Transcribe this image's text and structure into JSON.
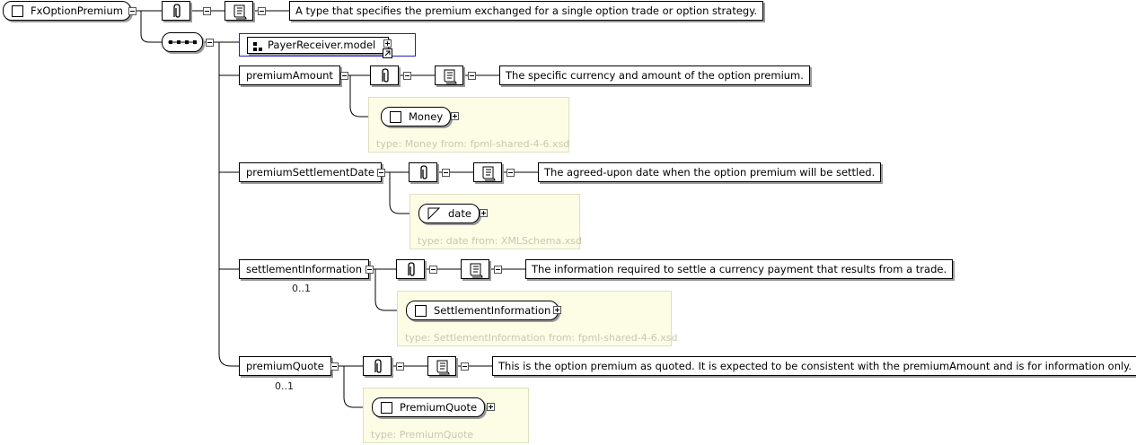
{
  "root": {
    "name": "FxOptionPremium",
    "documentation": "A type that specifies the premium exchanged for a single option trade or option strategy."
  },
  "group": {
    "name": "PayerReceiver.model"
  },
  "elements": [
    {
      "name": "premiumAmount",
      "documentation": "The specific currency and amount of the option premium.",
      "type_name": "Money",
      "type_label": "type: Money from: fpml-shared-4-6.xsd",
      "cardinality": ""
    },
    {
      "name": "premiumSettlementDate",
      "documentation": "The agreed-upon date when the option premium will be settled.",
      "type_name": "date",
      "type_label": "type: date from: XMLSchema.xsd",
      "cardinality": ""
    },
    {
      "name": "settlementInformation",
      "documentation": "The information required to settle a currency payment that results from a trade.",
      "type_name": "SettlementInformation",
      "type_label": "type: SettlementInformation from: fpml-shared-4-6.xsd",
      "cardinality": "0..1"
    },
    {
      "name": "premiumQuote",
      "documentation": "This is the option premium as quoted. It is expected to be consistent with the premiumAmount and is for information only.",
      "type_name": "PremiumQuote",
      "type_label": "type: PremiumQuote",
      "cardinality": "0..1"
    }
  ],
  "icons": {
    "annotation": "paperclip-icon",
    "documentation": "scroll-icon",
    "complex_type": "square-icon",
    "simple_type": "triangle-icon",
    "sequence": "sequence-icon",
    "model_group": "model-group-icon",
    "expand": "plus-icon",
    "collapse": "minus-icon"
  },
  "colors": {
    "type_box_bg": "#fdfde6",
    "group_border": "#2020c0",
    "type_label": "#c8c8b0"
  }
}
